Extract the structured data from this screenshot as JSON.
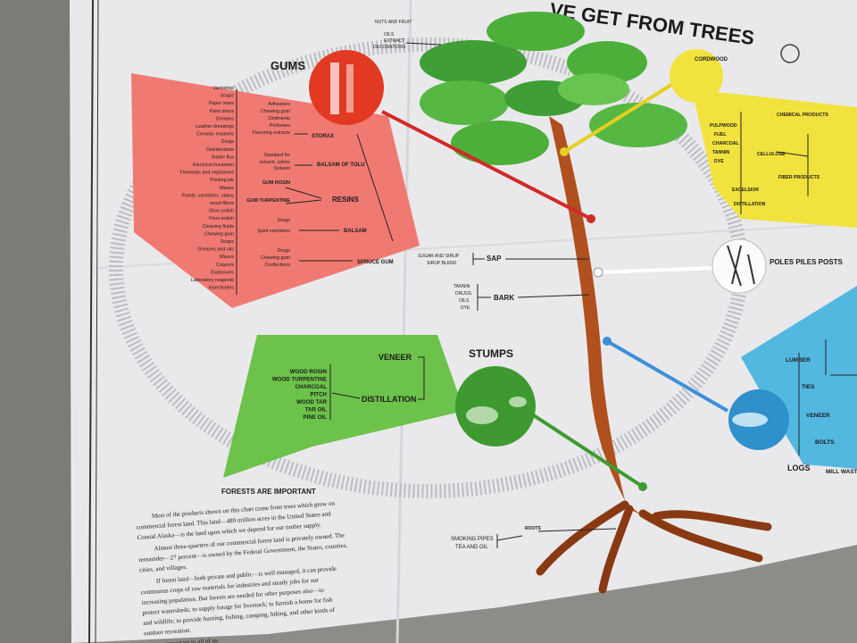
{
  "poster": {
    "title": "WHAT WE GET FROM TREES",
    "title_visible": "VE GET FROM TREES",
    "top_labels": [
      "NUTS AND FRUIT",
      "OILS",
      "EXTRACT",
      "DECORATIONS"
    ]
  },
  "sections": {
    "gums": {
      "heading": "GUMS",
      "color": "#f07a72",
      "products_left": [
        "Varnishes",
        "Soaps",
        "Paper sizes",
        "Paint driers",
        "Greases",
        "Leather dressings",
        "Ceramic enamels",
        "Drugs",
        "Disinfectants",
        "Solder flux",
        "Electrical insulation",
        "Fireworks and explosives",
        "Printing ink",
        "Waxes",
        "Paints, varnishes, stains",
        "wood fillers",
        "Shoe polish",
        "Floor polish",
        "Cleaning fluids",
        "Chewing gum",
        "Soaps",
        "Greases and oils",
        "Waxes",
        "Crayons",
        "Explosives",
        "Laboratory reagents",
        "Insecticides"
      ],
      "products_mid": [
        "Adhesives",
        "Chewing gum",
        "Ointments",
        "Perfumes",
        "Flavoring extracts",
        "Standard for",
        "solvent, colors",
        "Solvent",
        "GUM ROSIN",
        "GUM TURPENTINE",
        "Drugs",
        "Spirit varnishes",
        "Drugs",
        "Chewing gum",
        "Confections"
      ],
      "nodes": [
        "STORAX",
        "BALSAM OF TOLU",
        "RESINS",
        "BALSAM",
        "SPRUCE GUM"
      ]
    },
    "stumps": {
      "heading": "STUMPS",
      "color": "#6cc24a",
      "products": [
        "WOOD ROSIN",
        "WOOD TURPENTINE",
        "CHARCOAL",
        "PITCH",
        "WOOD TAR",
        "TAR OIL",
        "PINE OIL"
      ],
      "nodes": [
        "VENEER",
        "DISTILLATION"
      ]
    },
    "cordwood": {
      "heading": "CORDWOOD",
      "color": "#f2e23e",
      "items": [
        "PULPWOOD",
        "FUEL",
        "CHARCOAL",
        "TANNIN",
        "DYE",
        "EXCELSIOR",
        "DISTILLATION",
        "CELLULOSE",
        "CHEMICAL PRODUCTS",
        "FIBER PRODUCTS"
      ]
    },
    "logs": {
      "heading": "LOGS",
      "color": "#52b8e0",
      "items": [
        "LUMBER",
        "TIES",
        "VENEER",
        "BOLTS",
        "MILL WASTE"
      ]
    },
    "poles": {
      "heading": "POLES PILES POSTS"
    },
    "sap": {
      "heading": "SAP",
      "items": [
        "SUGAR AND SIRUP",
        "SIRUP BLEND"
      ]
    },
    "bark": {
      "heading": "BARK",
      "items": [
        "TANNIN",
        "DRUGS",
        "OILS",
        "DYE"
      ]
    },
    "roots": {
      "heading": "ROOTS",
      "items": [
        "SMOKING PIPES",
        "TEA AND OIL"
      ]
    }
  },
  "forests": {
    "heading": "FORESTS ARE IMPORTANT",
    "paragraphs": [
      "Most of the products shown on this chart come from trees which grow on commercial forest land. This land—489 million acres in the United States and Coastal Alaska—is the land upon which we depend for our timber supply.",
      "Almost three-quarters of our commercial forest land is privately owned. The remainder—27 percent—is owned by the Federal Government, the States, counties, cities, and villages.",
      "If forest land—both private and public—is well managed, it can provide continuous crops of raw materials for industries and steady jobs for our increasing population. But forests are needed for other purposes also—to protect watersheds; to supply forage for livestock; to furnish a home for fish and wildlife; to provide hunting, fishing, camping, hiking, and other kinds of outdoor recreation.",
      "...important to all of us."
    ]
  }
}
